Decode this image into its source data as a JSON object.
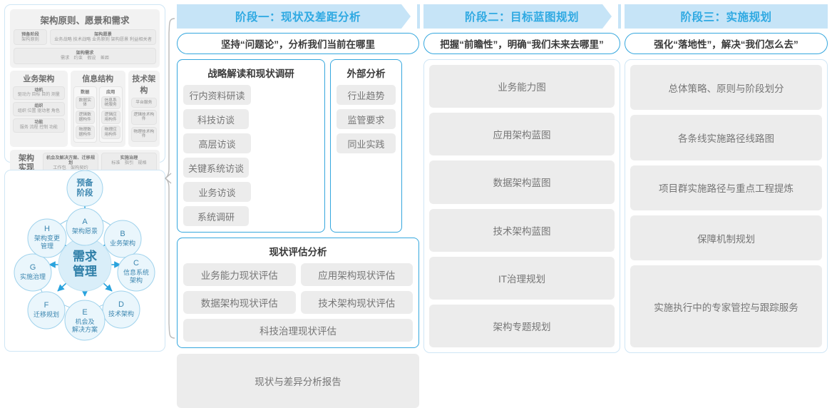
{
  "left": {
    "togaf": {
      "header": "架构原则、愿景和需求",
      "prep": {
        "title": "预备阶段",
        "sub": "架构原则"
      },
      "vision": {
        "title": "架构愿景",
        "sub": "业务战略 技术战略 业务原则 架构愿景 利益相关者"
      },
      "requirement": {
        "title": "架构需求",
        "sub": "需求　约束　假设　差距"
      },
      "columns": [
        {
          "title": "业务架构",
          "boxes": [
            {
              "title": "动机",
              "sub": "驱动力 目标 目的 测量"
            },
            {
              "title": "组织",
              "sub": "组织 位置 驱动者 角色"
            },
            {
              "title": "功能",
              "sub": "服务 流程 控制 功能"
            }
          ]
        },
        {
          "title": "信息结构",
          "sub_columns": [
            {
              "title": "数据",
              "items": [
                "数据实体",
                "逻辑数据构件",
                "物理数据构件"
              ]
            },
            {
              "title": "应用",
              "items": [
                "信息系统服务",
                "逻辑应用构件",
                "物理应用构件"
              ]
            }
          ]
        },
        {
          "title": "技术架构",
          "items": [
            "平台服务",
            "逻辑技术构件",
            "物理技术构件"
          ]
        }
      ],
      "bottom": {
        "label": "架构\n实现",
        "boxes": [
          {
            "title": "机会及解决方案、迁移规划",
            "sub": "工作包　架构契约"
          },
          {
            "title": "实施治理",
            "sub": "标准　指引　规格"
          }
        ]
      }
    },
    "adm": {
      "center": "需求\n管理",
      "prelim": "预备\n阶段",
      "nodes": [
        {
          "key": "A",
          "label": "架构愿景"
        },
        {
          "key": "B",
          "label": "业务架构"
        },
        {
          "key": "C",
          "label": "信息系统\n架构"
        },
        {
          "key": "D",
          "label": "技术架构"
        },
        {
          "key": "E",
          "label": "机会及\n解决方案"
        },
        {
          "key": "F",
          "label": "迁移规划"
        },
        {
          "key": "G",
          "label": "实施治理"
        },
        {
          "key": "H",
          "label": "架构变更\n管理"
        }
      ]
    }
  },
  "phases": [
    {
      "band": "阶段一：现状及差距分析",
      "subtitle": "坚持“问题论”，分析我们当前在哪里",
      "cards": [
        {
          "title": "战略解读和现状调研",
          "chips": [
            "行内资料研读",
            "科技访谈",
            "高层访谈",
            "关键系统访谈",
            "业务访谈",
            "系统调研"
          ]
        },
        {
          "title": "外部分析",
          "chips": [
            "行业趋势",
            "监管要求",
            "同业实践"
          ]
        },
        {
          "title": "现状评估分析",
          "chips": [
            "业务能力现状评估",
            "应用架构现状评估",
            "数据架构现状评估",
            "技术架构现状评估",
            "科技治理现状评估"
          ]
        }
      ],
      "report": "现状与差异分析报告"
    },
    {
      "band": "阶段二：目标蓝图规划",
      "subtitle": "把握“前瞻性”，明确“我们未来去哪里”",
      "items": [
        "业务能力图",
        "应用架构蓝图",
        "数据架构蓝图",
        "技术架构蓝图",
        "IT治理规划",
        "架构专题规划"
      ]
    },
    {
      "band": "阶段三：实施规划",
      "subtitle": "强化“落地性”，解决“我们怎么去”",
      "items": [
        "总体策略、原则与阶段划分",
        "各条线实施路径线路图",
        "项目群实施路径与重点工程提炼",
        "保障机制规划",
        "实施执行中的专家管控与跟踪服务"
      ]
    }
  ],
  "colors": {
    "band": "#c6e4f7",
    "band_text": "#2fa9e2",
    "card_border": "#35a7de",
    "panel_border": "#cfe6f5",
    "chip_bg": "#ececec",
    "chip_text": "#767676"
  }
}
